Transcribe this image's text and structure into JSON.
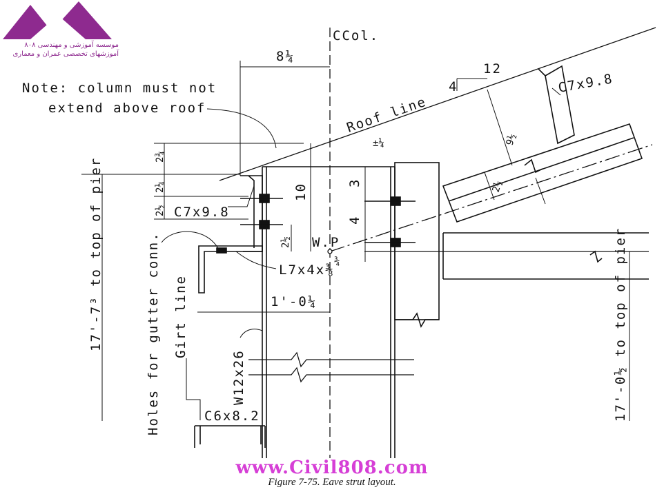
{
  "logo": {
    "line1": "موسسه آموزشی و مهندسی ۸۰۸",
    "line2": "آموزشهای تخصصی عمران و معماری",
    "color": "#8e2a8f"
  },
  "website": {
    "text": "www.Civil808.com",
    "color": "#d63fd6"
  },
  "caption": "Figure 7-75. Eave strut layout.",
  "labels": {
    "col_centerline": "CCol.",
    "dim_top": "8¼",
    "slope_12": "12",
    "slope_4": "4",
    "c7x98_top": "C7x9.8",
    "note_line1": "Note: column must not",
    "note_line2": "extend above roof",
    "roof_line": "Roof line",
    "tol": "±¼",
    "dim_234": "2¾",
    "dim_214": "2¼",
    "dim_212a": "2½",
    "c7x98_left": "C7x9.8",
    "dim_10": "10",
    "dim_3": "3",
    "dim_4": "4",
    "dim_212b": "2½",
    "dim_34": "¾",
    "wp": "W.P",
    "l7x4": "L7x4x⅜",
    "dim_1_0": "1'-0¼",
    "w12x26": "W12x26",
    "c6x82": "C6x8.2",
    "girt_line": "Girt line",
    "holes": "Holes for gutter conn.",
    "left_dim": "17'-7³ to top of pier",
    "right_dim": "17'-0½ to top of pier",
    "dim_912": "9½",
    "dim_212c": "2½"
  }
}
